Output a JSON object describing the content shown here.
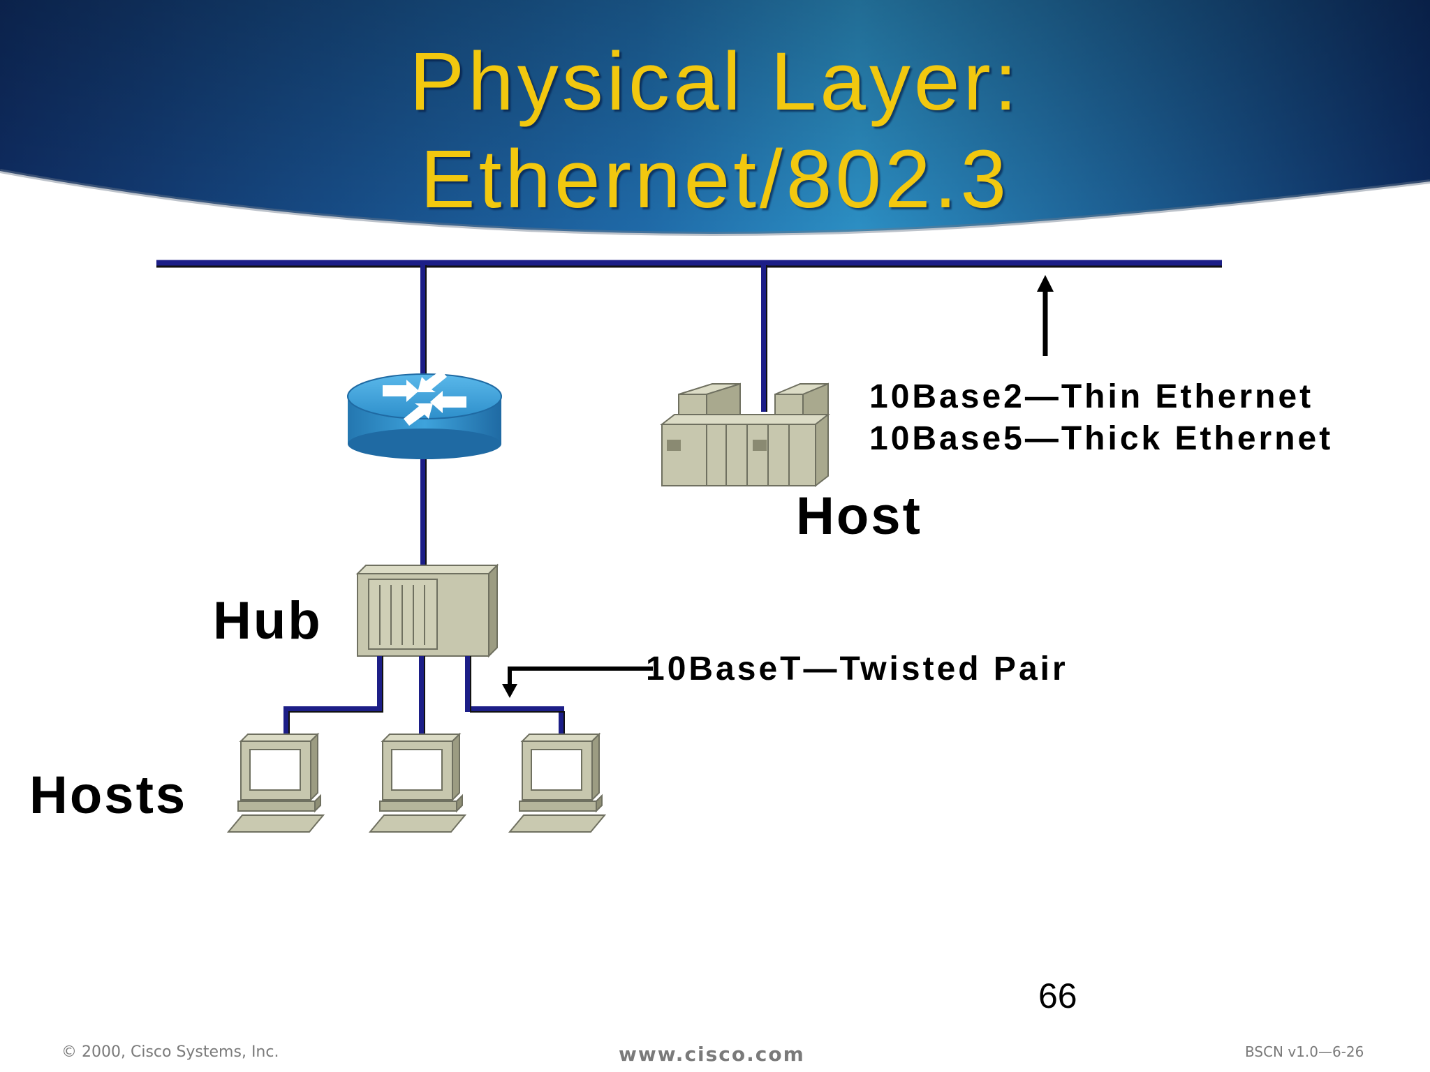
{
  "slide": {
    "title_line1": "Physical Layer:",
    "title_line2": "Ethernet/802.3",
    "page_number": "66"
  },
  "labels": {
    "bus_types_line1": "10Base2—Thin Ethernet",
    "bus_types_line2": "10Base5—Thick Ethernet",
    "host": "Host",
    "hub": "Hub",
    "twisted_pair": "10BaseT—Twisted Pair",
    "hosts": "Hosts"
  },
  "devices": {
    "router_icon": "router-icon",
    "host_icon": "server-host-icon",
    "hub_icon": "hub-icon",
    "pc_icon": "workstation-icon"
  },
  "footer": {
    "copyright": "© 2000, Cisco Systems, Inc.",
    "url": "www.cisco.com",
    "course_code": "BSCN v1.0—6-26"
  },
  "colors": {
    "title": "#f2c80f",
    "banner_dark": "#0f2d63",
    "banner_light": "#2c8fc4",
    "cable": "#1c1e87",
    "device": "#c7c7ae",
    "router": "#3aa0d8"
  }
}
